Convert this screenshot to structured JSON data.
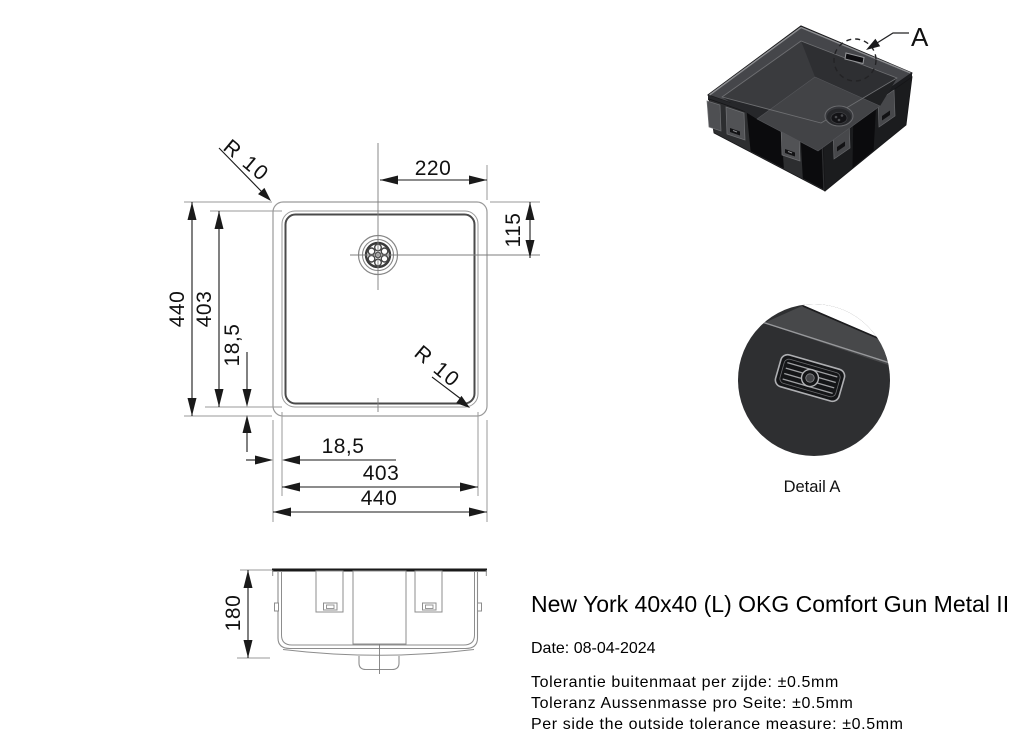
{
  "product": {
    "title": "New York 40x40 (L) OKG Comfort Gun Metal II",
    "date_label": "Date: 08-04-2024",
    "tolerances": [
      "Tolerantie buitenmaat per zijde: ±0.5mm",
      "Toleranz Aussenmasse pro Seite: ±0.5mm",
      "Per side the outside tolerance measure: ±0.5mm"
    ]
  },
  "plan_view": {
    "dim_center_to_edge": "220",
    "dim_drain_from_top": "115",
    "dim_outer_height": "440",
    "dim_bowl_height": "403",
    "dim_rim_left": "18,5",
    "dim_rim_bottom": "18,5",
    "dim_bowl_width": "403",
    "dim_outer_width": "440",
    "radius_top_left": "R 10",
    "radius_bottom_right": "R 10"
  },
  "side_view": {
    "dim_depth": "180"
  },
  "iso_view": {
    "detail_marker": "A"
  },
  "detail_view": {
    "caption": "Detail A"
  },
  "colors": {
    "background": "#ffffff",
    "drawing_line": "#8d8d8d",
    "extension_line": "#9a9a9a",
    "dimension_line": "#1a1a1a",
    "gunmetal_rim": "#45464a",
    "gunmetal_wall": "#2d2e30",
    "gunmetal_wall_dark": "#1b1c1e",
    "gunmetal_panel": "#0b0b0d",
    "gunmetal_floor": "#424346"
  }
}
